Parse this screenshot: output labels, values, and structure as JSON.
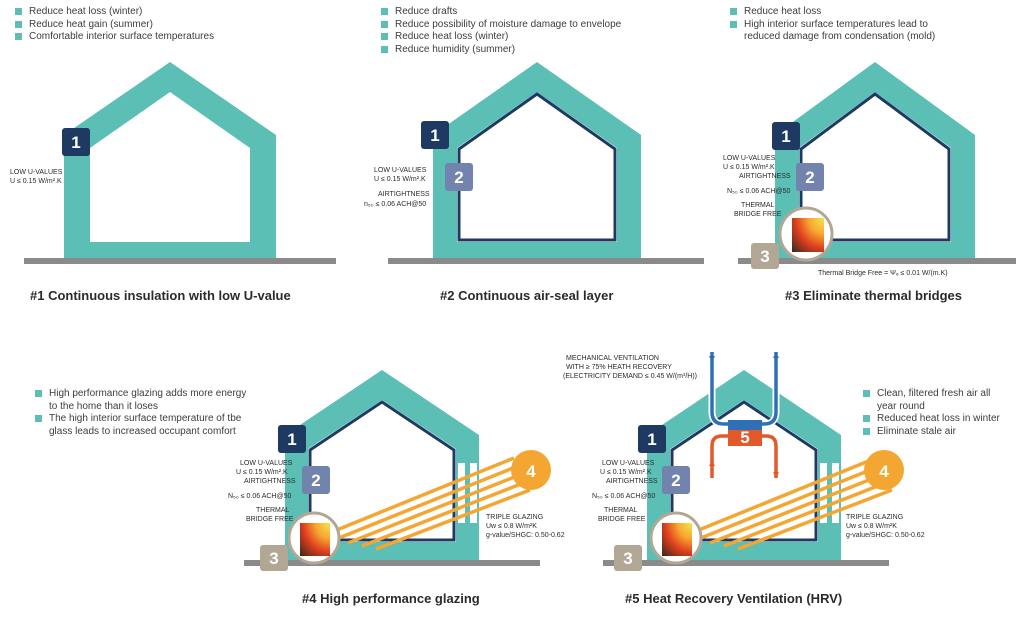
{
  "colors": {
    "teal": "#5bbfb5",
    "navy": "#1e3a63",
    "slate": "#7284ad",
    "taupe": "#b2a795",
    "orange": "#f4a632",
    "ground": "#8a8a8a",
    "blue_duct": "#2e6fb6",
    "red_duct": "#e25a2a"
  },
  "panel1": {
    "bullets": [
      "Reduce heat loss (winter)",
      "Reduce heat gain (summer)",
      "Comfortable interior surface temperatures"
    ],
    "caption": "#1   Continuous insulation with low U-value",
    "label_uval_1": "LOW U-VALUES",
    "label_uval_2": "U ≤ 0.15 W/m².K",
    "badge1": "1"
  },
  "panel2": {
    "bullets": [
      "Reduce drafts",
      "Reduce possibility of moisture damage to envelope",
      "Reduce heat loss (winter)",
      "Reduce humidity (summer)"
    ],
    "caption": "#2   Continuous air-seal layer",
    "label_uval_1": "LOW U-VALUES",
    "label_uval_2": "U ≤ 0.15 W/m².K",
    "label_air_1": "AIRTIGHTNESS",
    "label_air_2": "n₅₀ ≤ 0.06 ACH@50",
    "badge1": "1",
    "badge2": "2"
  },
  "panel3": {
    "bullets": [
      "Reduce heat loss",
      "High interior surface temperatures lead to reduced damage from condensation (mold)"
    ],
    "caption": "#3   Eliminate thermal bridges",
    "label_uval_1": "LOW U-VALUES",
    "label_uval_2": "U ≤ 0.15 W/m².K",
    "label_air_1": "AIRTIGHTNESS",
    "label_air_2": "N₅₀ ≤ 0.06 ACH@50",
    "label_tb_1": "THERMAL",
    "label_tb_2": "BRIDGE FREE",
    "label_tb_formula": "Thermal Bridge Free = Ψₑ ≤ 0.01 W/(m.K)",
    "badge1": "1",
    "badge2": "2",
    "badge3": "3"
  },
  "panel4": {
    "bullets": [
      "High performance glazing adds more energy to the home than it loses",
      "The high interior surface temperature of tbe glass leads to increased occupant comfort"
    ],
    "caption": "#4   High performance glazing",
    "label_uval_1": "LOW U-VALUES",
    "label_uval_2": "U ≤ 0.15 W/m².K",
    "label_air_1": "AIRTIGHTNESS",
    "label_air_2": "N₅₀ ≤ 0.06 ACH@50",
    "label_tb_1": "THERMAL",
    "label_tb_2": "BRIDGE FREE",
    "label_glz_1": "TRIPLE GLAZING",
    "label_glz_2": "Uw ≤ 0.8 W/m²K",
    "label_glz_3": "g-value/SHGC: 0.50-0.62",
    "badge1": "1",
    "badge2": "2",
    "badge3": "3",
    "badge4": "4"
  },
  "panel5": {
    "bullets": [
      "Clean, filtered fresh air all year round",
      "Reduced heat loss in winter",
      "Eliminate stale air"
    ],
    "caption": "#5   Heat Recovery Ventilation (HRV)",
    "label_mv_1": "MECHANICAL VENTILATION",
    "label_mv_2": "WITH ≥ 75% HEATH RECOVERY",
    "label_mv_3": "(ELECTRICITY DEMAND ≤ 0.45 W/(m³/H))",
    "label_uval_1": "LOW U-VALUES",
    "label_uval_2": "U ≤ 0.15 W/m².K",
    "label_air_1": "AIRTIGHTNESS",
    "label_air_2": "N₅₀ ≤ 0.06 ACH@50",
    "label_tb_1": "THERMAL",
    "label_tb_2": "BRIDGE FREE",
    "label_glz_1": "TRIPLE GLAZING",
    "label_glz_2": "Uw ≤ 0.8 W/m²K",
    "label_glz_3": "g-value/SHGC: 0.50-0.62",
    "badge1": "1",
    "badge2": "2",
    "badge3": "3",
    "badge4": "4",
    "badge5": "5"
  }
}
